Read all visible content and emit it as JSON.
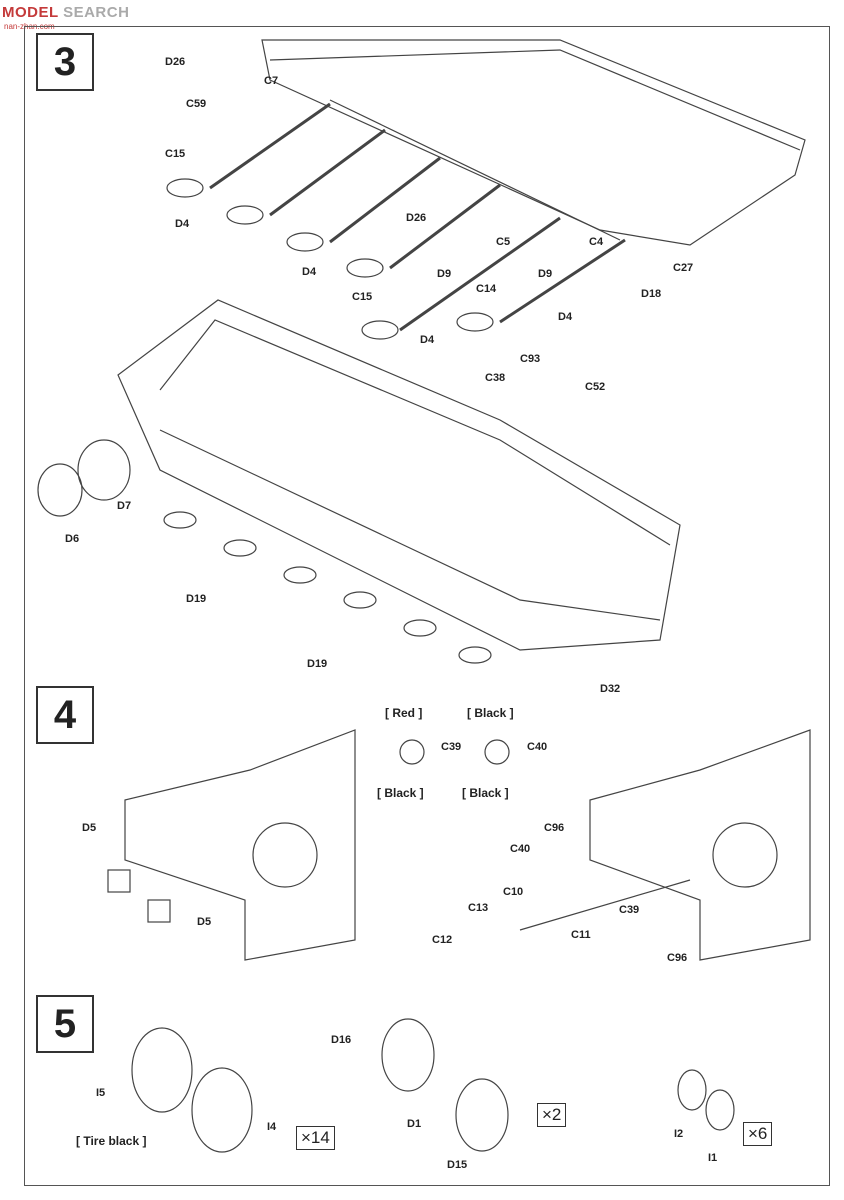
{
  "watermark": {
    "brand": "MODEL",
    "suffix": "SEARCH",
    "sub": "nan-zhan.com"
  },
  "steps": [
    "3",
    "4",
    "5"
  ],
  "step3_labels": {
    "d26_top": "D26",
    "c7": "C7",
    "c59": "C59",
    "c15_top": "C15",
    "d4_a": "D4",
    "d26_mid": "D26",
    "d4_b": "D4",
    "c5": "C5",
    "c4": "C4",
    "c27": "C27",
    "d9_a": "D9",
    "d9_b": "D9",
    "c15_mid": "C15",
    "c14": "C14",
    "d18": "D18",
    "d4_c": "D4",
    "d4_d": "D4",
    "c93": "C93",
    "c38": "C38",
    "c52": "C52",
    "d7": "D7",
    "d6": "D6",
    "d19_a": "D19",
    "d19_b": "D19"
  },
  "step4_labels": {
    "d5_a": "D5",
    "d5_b": "D5",
    "c39_top": "C39",
    "c40_top": "C40",
    "red": "[ Red ]",
    "black_1": "[ Black ]",
    "black_2": "[ Black ]",
    "black_3": "[ Black ]",
    "d32": "D32",
    "c96_a": "C96",
    "c40": "C40",
    "c10": "C10",
    "c13": "C13",
    "c11": "C11",
    "c12": "C12",
    "c39": "C39",
    "c96_b": "C96"
  },
  "step5_labels": {
    "i5": "I5",
    "i4": "I4",
    "tire_black": "[ Tire  black ]",
    "qty_14": "×14",
    "d16": "D16",
    "d1": "D1",
    "d15": "D15",
    "qty_2": "×2",
    "i2": "I2",
    "i1": "I1",
    "qty_6": "×6"
  }
}
